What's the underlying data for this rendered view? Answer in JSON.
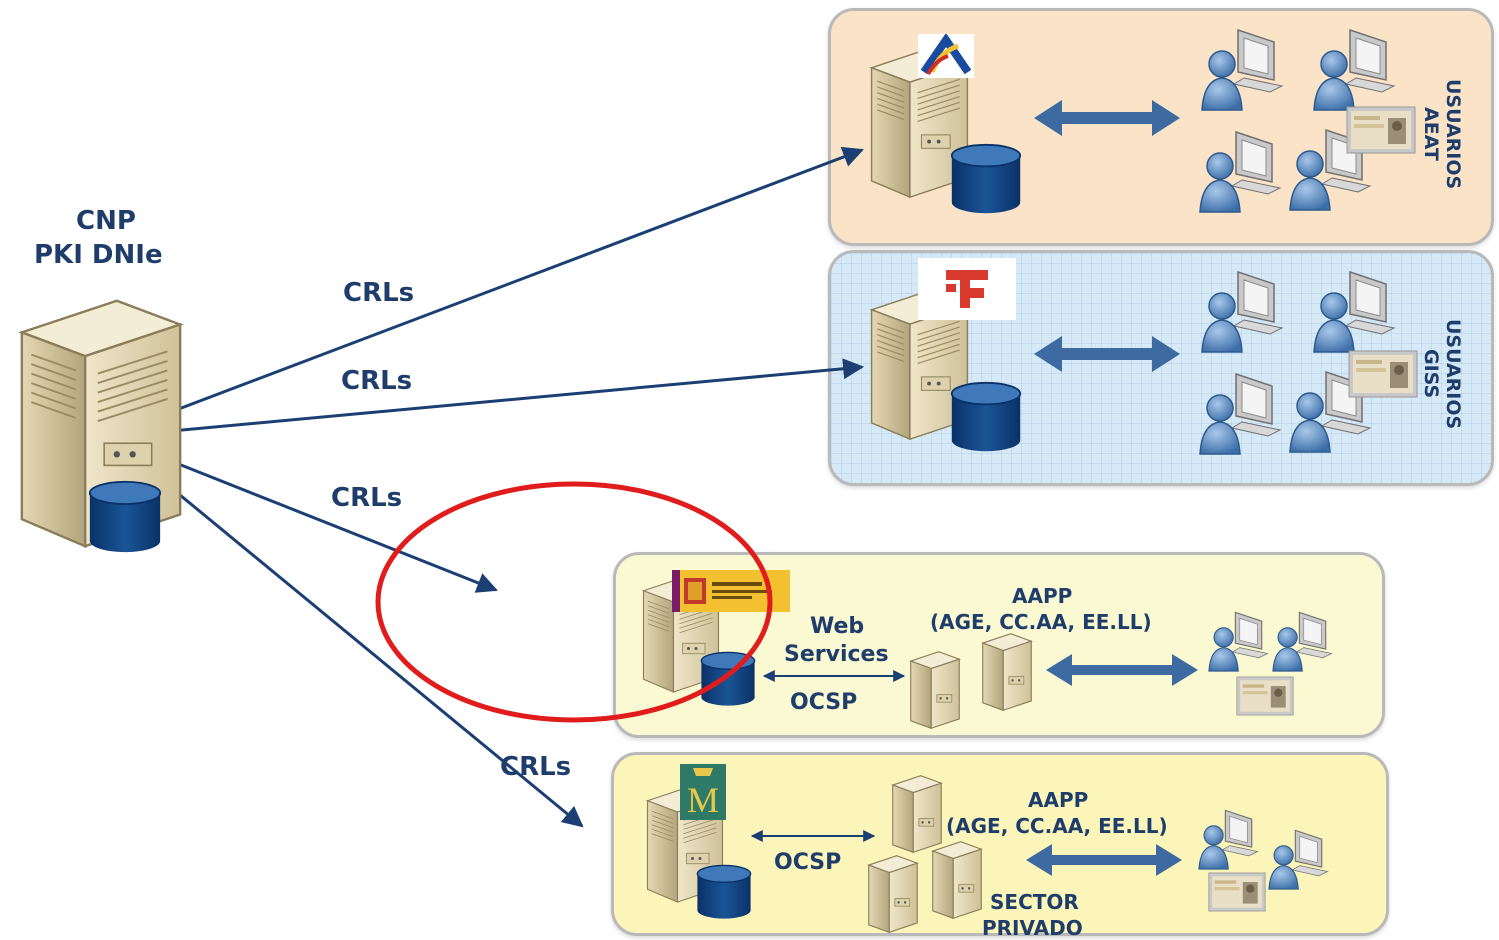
{
  "cnp": {
    "line1": "CNP",
    "line2": "PKI DNIe"
  },
  "crl_labels": [
    "CRLs",
    "CRLs",
    "CRLs",
    "CRLs"
  ],
  "aeat": {
    "users_line1": "USUARIOS",
    "users_line2": "AEAT"
  },
  "giss": {
    "users_line1": "USUARIOS",
    "users_line2": "GISS"
  },
  "ws_panel": {
    "web_services_line1": "Web",
    "web_services_line2": "Services",
    "ocsp": "OCSP",
    "aapp_line1": "AAPP",
    "aapp_line2": "(AGE, CC.AA, EE.LL)"
  },
  "ocsp_panel": {
    "ocsp": "OCSP",
    "aapp_line1": "AAPP",
    "aapp_line2": "(AGE, CC.AA, EE.LL)",
    "sector_line1": "SECTOR",
    "sector_line2": "PRIVADO"
  },
  "colors": {
    "arrow_blue": "#1b3f73",
    "double_arrow": "#3d6aa0",
    "highlight_circle": "#e01c1c",
    "db_blue": "#0f3f7a",
    "aeat_panel": "#fbe3c8",
    "giss_panel": "#d6e9f7",
    "ws_panel": "#fbf9d2",
    "ocsp_panel": "#fcf5b9"
  }
}
